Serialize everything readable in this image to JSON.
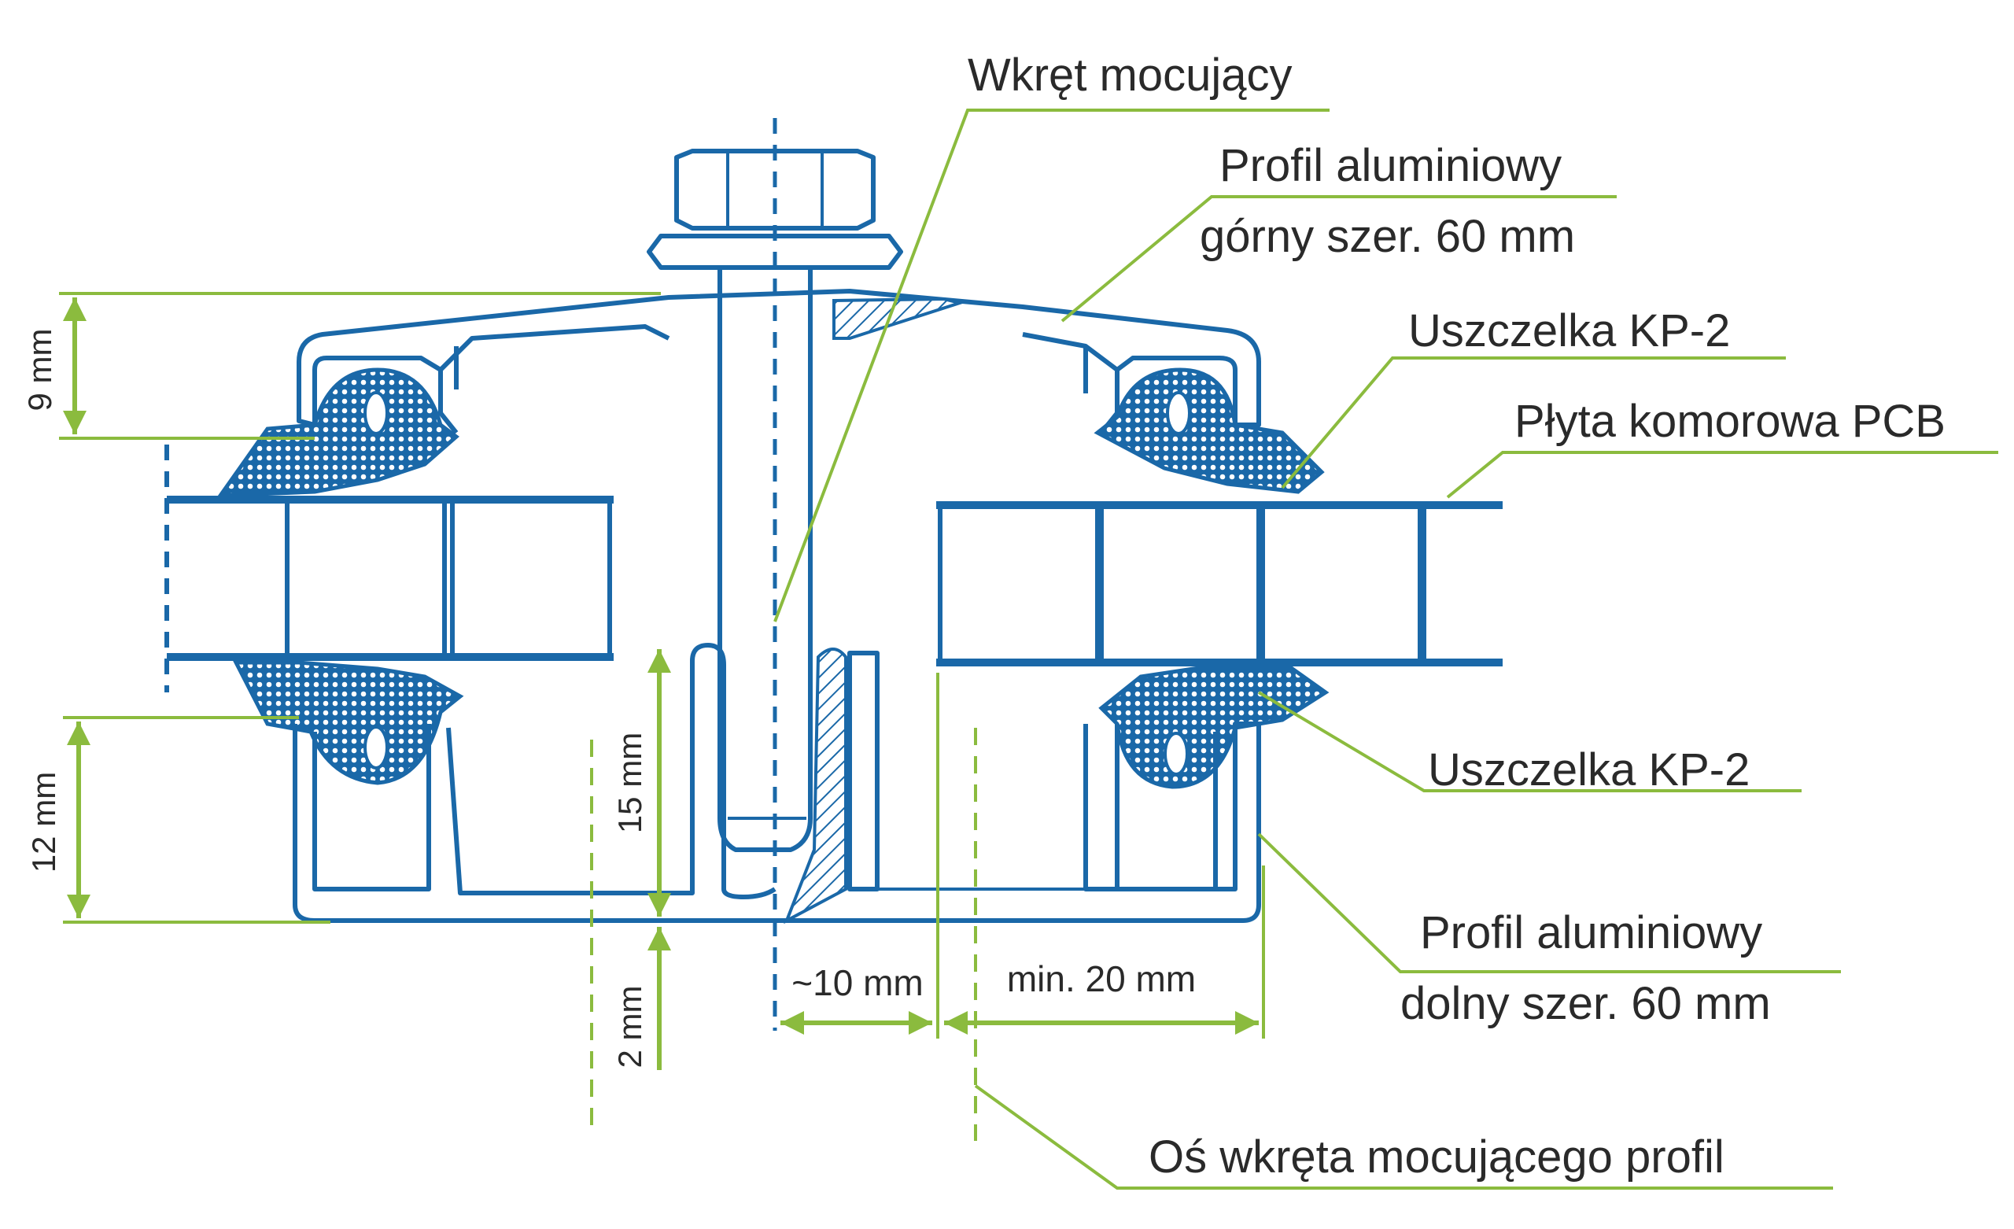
{
  "labels": {
    "screw": "Wkręt mocujący",
    "top_profile_line1": "Profil aluminiowy",
    "top_profile_line2": "górny szer. 60 mm",
    "gasket_top": "Uszczelka KP-2",
    "panel": "Płyta komorowa PCB",
    "gasket_bottom": "Uszczelka KP-2",
    "bottom_profile_line1": "Profil aluminiowy",
    "bottom_profile_line2": "dolny szer. 60 mm",
    "screw_axis": "Oś wkręta mocującego profil"
  },
  "dimensions": {
    "top_height": "9 mm",
    "bottom_height": "12 mm",
    "upright_height": "15 mm",
    "base_thickness": "2 mm",
    "screw_offset": "~10 mm",
    "min_overlap": "min. 20 mm"
  },
  "colors": {
    "profile": "#1a68a8",
    "leader": "#8bbb3e",
    "text": "#2a2a2a"
  }
}
